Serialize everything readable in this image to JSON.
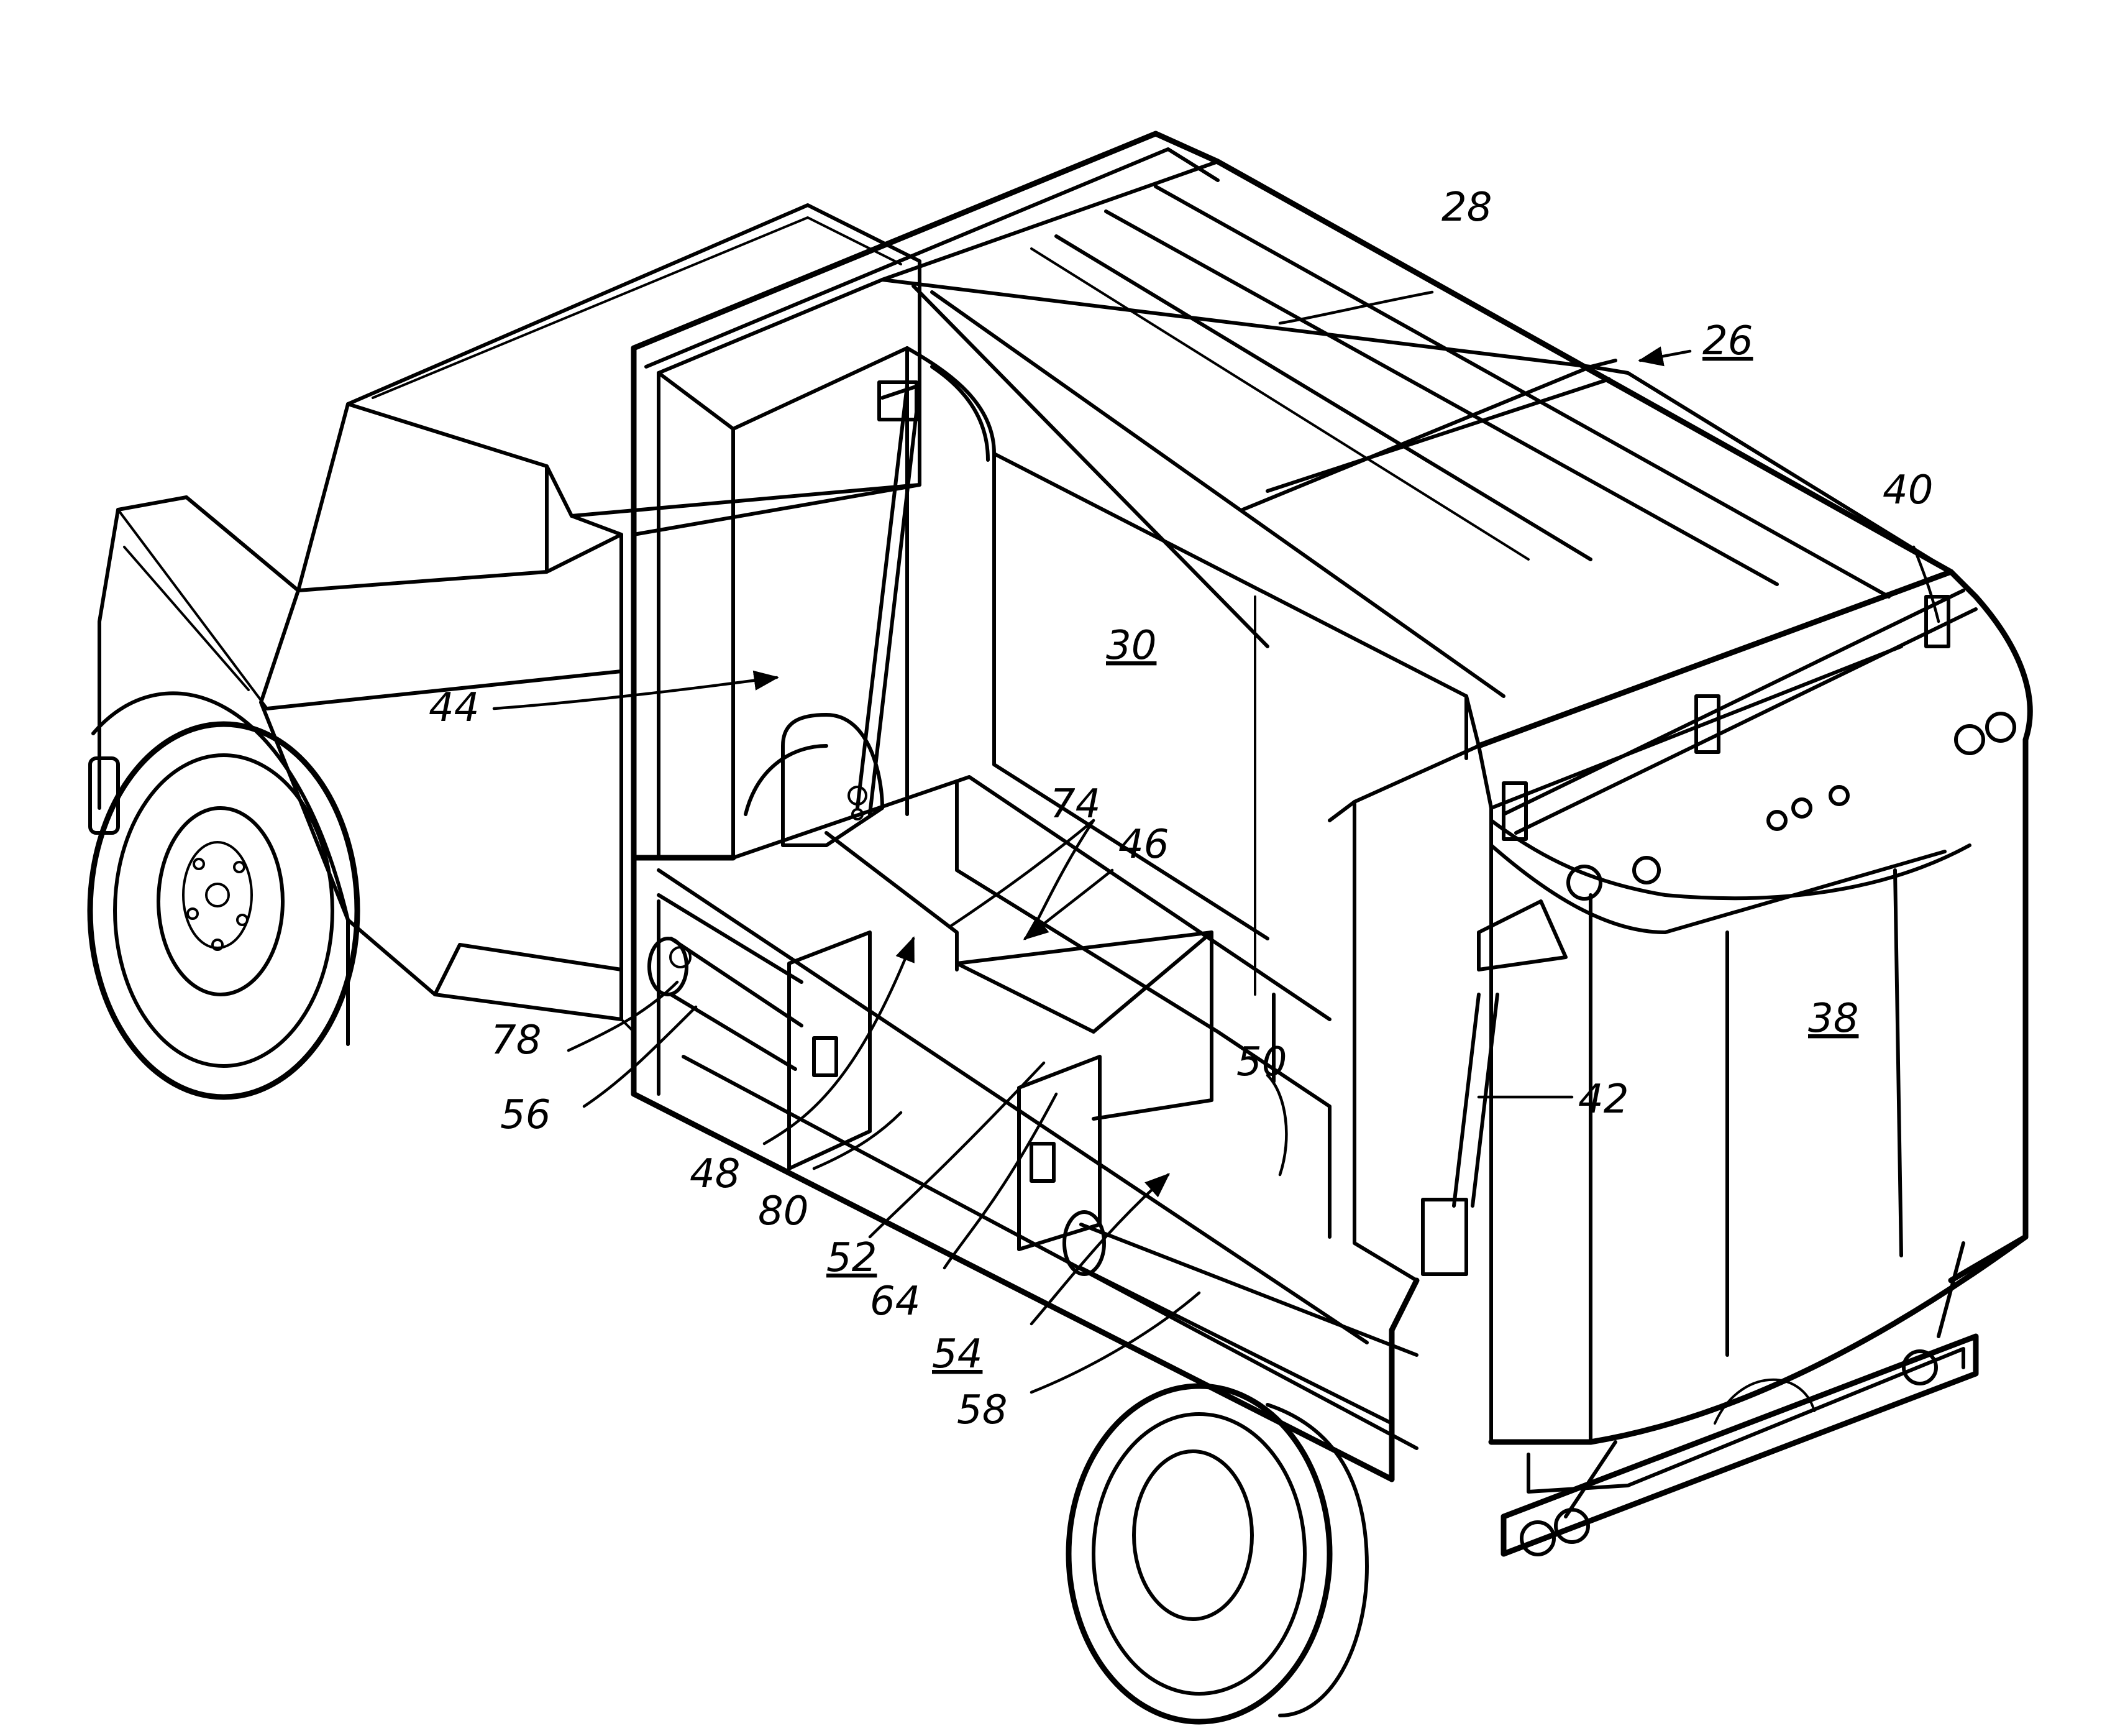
{
  "reference_numerals": {
    "n26": "26",
    "n28": "28",
    "n30": "30",
    "n38": "38",
    "n40": "40",
    "n42": "42",
    "n44": "44",
    "n46": "46",
    "n48": "48",
    "n50": "50",
    "n52": "52",
    "n54": "54",
    "n56": "56",
    "n58": "58",
    "n64": "64",
    "n74": "74",
    "n78": "78",
    "n80": "80"
  },
  "colors": {
    "line": "#000000",
    "background": "#ffffff"
  }
}
